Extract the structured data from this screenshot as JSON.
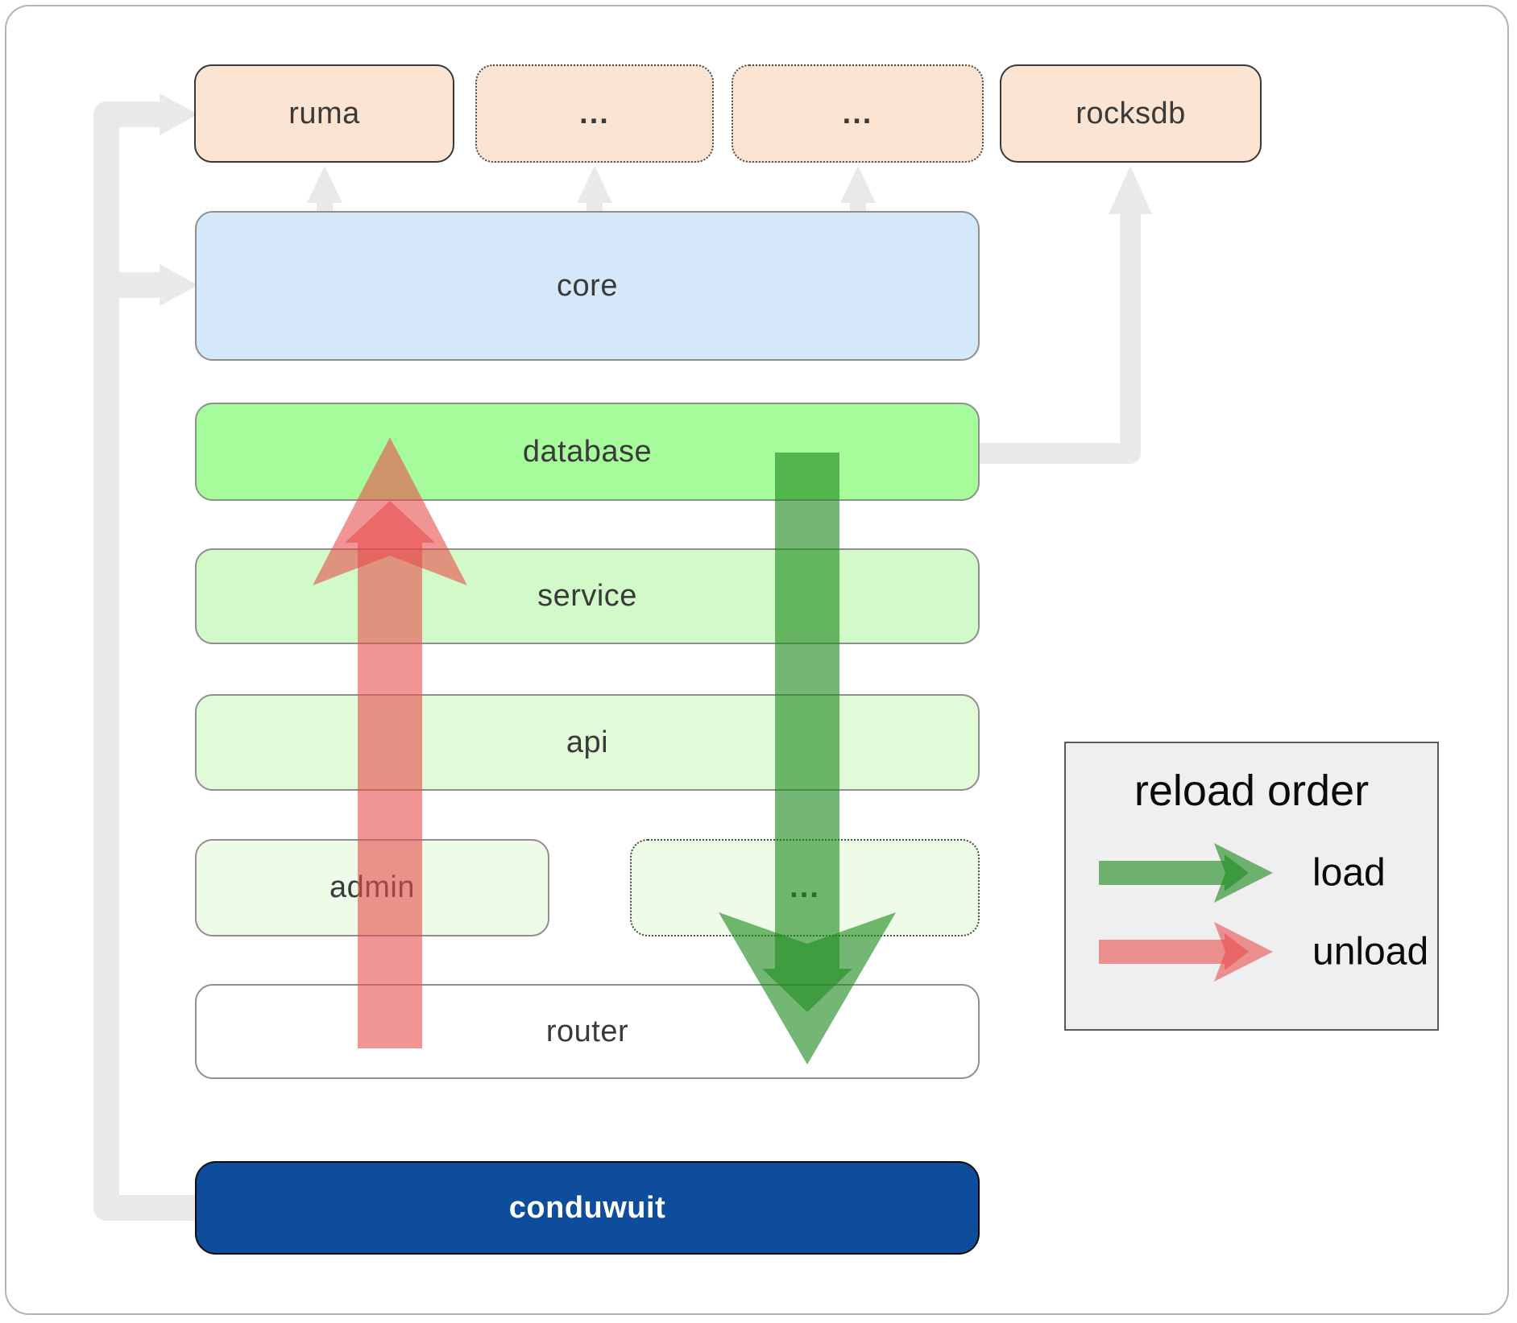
{
  "diagram": {
    "boxes": {
      "ruma": {
        "label": "ruma"
      },
      "dep1": {
        "label": "..."
      },
      "dep2": {
        "label": "..."
      },
      "rocksdb": {
        "label": "rocksdb"
      },
      "core": {
        "label": "core"
      },
      "database": {
        "label": "database"
      },
      "service": {
        "label": "service"
      },
      "api": {
        "label": "api"
      },
      "admin": {
        "label": "admin"
      },
      "admin_more": {
        "label": "..."
      },
      "router": {
        "label": "router"
      },
      "conduwuit": {
        "label": "conduwuit"
      }
    },
    "legend": {
      "title": "reload order",
      "items": [
        {
          "label": "load",
          "arrow": "load-arrow",
          "color": "#1f8b1f"
        },
        {
          "label": "unload",
          "arrow": "unload-arrow",
          "color": "#e84c4c"
        }
      ]
    },
    "colors": {
      "crate-fill": "#fce4d3",
      "core-fill": "#d4e8fa",
      "database-fill": "#a6fc9a",
      "service-fill": "#d2f9c8",
      "api-fill": "#e1fbd9",
      "admin-fill": "#edfbe7",
      "router-fill": "#ffffff",
      "conduwuit-fill": "#0d4d9c",
      "connector-gray": "#e9e9e9",
      "load-green": "#1f8b1f",
      "unload-red": "#e84c4c",
      "legend-bg": "#efefef",
      "label-color": "#3a3a3a"
    }
  }
}
